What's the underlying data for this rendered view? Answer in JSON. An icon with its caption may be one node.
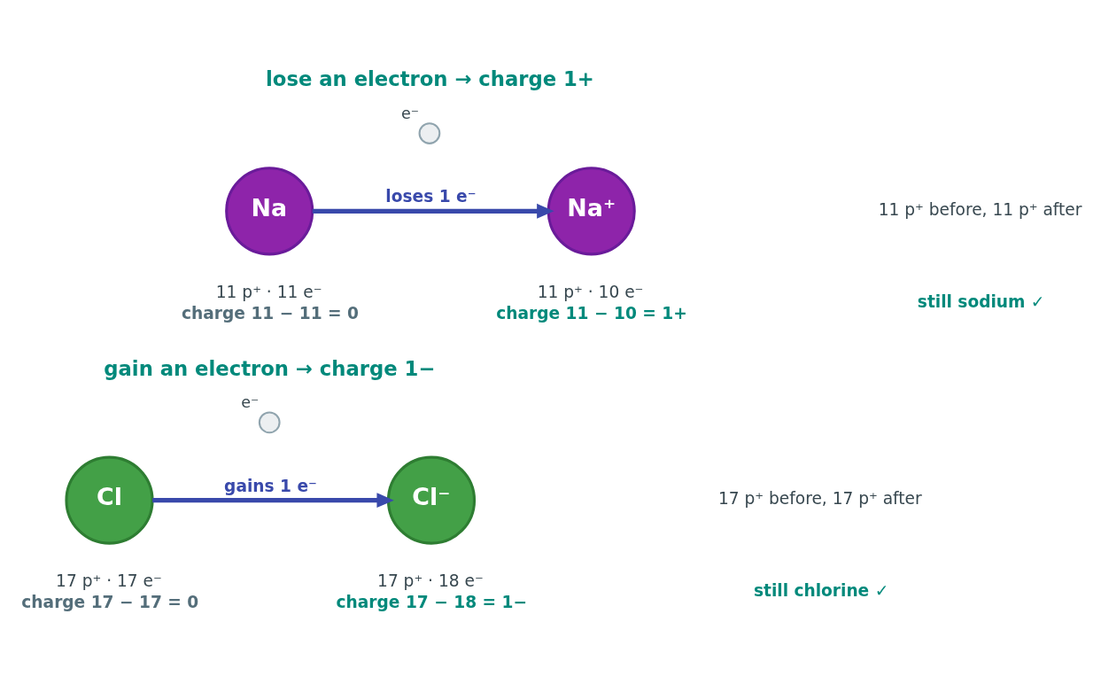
{
  "diagram": {
    "nodes": [
      {
        "text": [
          "Na"
        ],
        "beside": [
          "11 p⁺ · 11 e⁻",
          "charge 11 − 11 = 0"
        ]
      },
      {
        "text": [],
        "shape": "circle",
        "beside": [
          "e⁻"
        ]
      },
      {
        "text": [
          "Na⁺"
        ],
        "beside": [
          "11 p⁺ · 10 e⁻",
          "charge 11 − 10 = 1+"
        ]
      },
      {
        "text": [
          "Cl"
        ],
        "beside": [
          "17 p⁺ · 17 e⁻",
          "charge 17 − 17 = 0"
        ]
      },
      {
        "text": [],
        "shape": "circle",
        "beside": [
          "e⁻"
        ]
      },
      {
        "text": [
          "Cl⁻"
        ],
        "beside": [
          "17 p⁺ · 18 e⁻",
          "charge 17 − 18 = 1−"
        ]
      }
    ],
    "edges": [
      {
        "from": 0,
        "to": 2,
        "arrow": "to",
        "label": "loses 1 e⁻"
      },
      {
        "from": 3,
        "to": 5,
        "arrow": "to",
        "label": "gains 1 e⁻"
      }
    ],
    "labels": [
      "lose an electron → charge 1+",
      "11 p⁺ before, 11 p⁺ after",
      "still sodium ✓",
      "gain an electron → charge 1−",
      "17 p⁺ before, 17 p⁺ after",
      "still chlorine ✓"
    ]
  }
}
